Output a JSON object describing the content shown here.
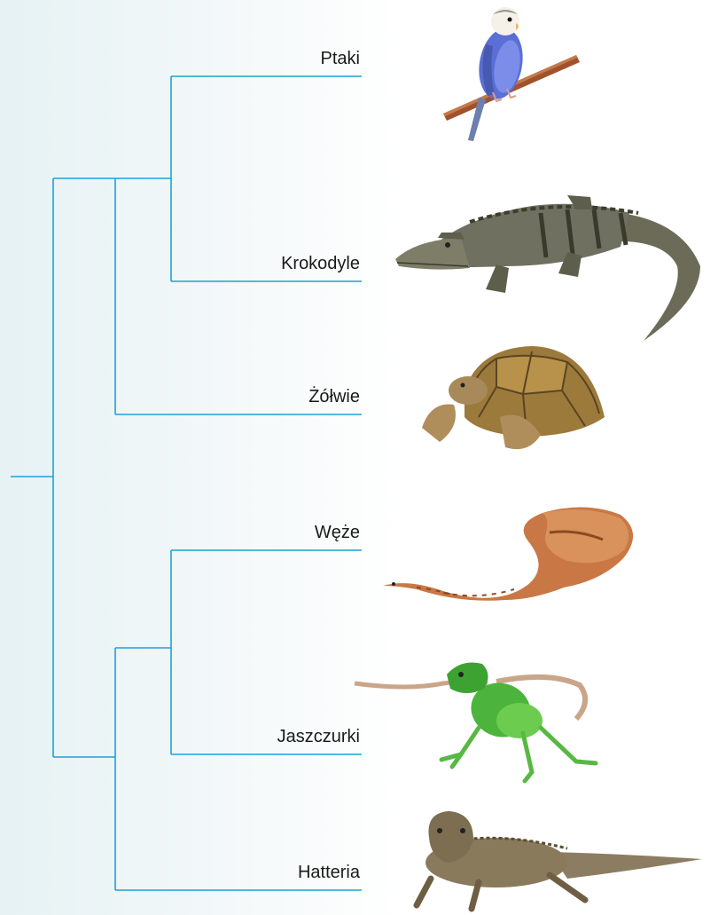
{
  "diagram": {
    "type": "cladogram",
    "line_color": "#1ea0d8",
    "taxa": [
      {
        "id": "ptaki",
        "label": "Ptaki",
        "image": "budgerigar-icon"
      },
      {
        "id": "krokodyle",
        "label": "Krokodyle",
        "image": "crocodile-icon"
      },
      {
        "id": "zolwie",
        "label": "Żółwie",
        "image": "tortoise-icon"
      },
      {
        "id": "weze",
        "label": "Węże",
        "image": "snake-icon"
      },
      {
        "id": "jaszczurki",
        "label": "Jaszczurki",
        "image": "lizard-icon"
      },
      {
        "id": "hatteria",
        "label": "Hatteria",
        "image": "tuatara-icon"
      }
    ]
  }
}
